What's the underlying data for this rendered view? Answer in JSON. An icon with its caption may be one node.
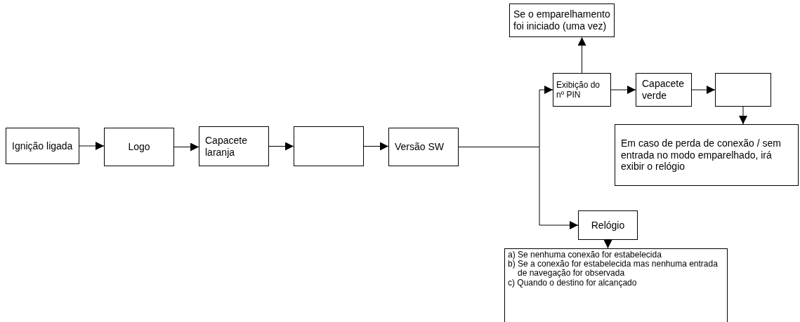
{
  "diagram": {
    "nodes": [
      {
        "text": [
          "Ignição ligada"
        ]
      },
      {
        "text": [
          "Logo"
        ]
      },
      {
        "text": [
          "Capacete laranja"
        ]
      },
      {
        "text": [],
        "shape": "box"
      },
      {
        "text": [
          "Versão SW"
        ]
      },
      {
        "text": [
          "Se o emparelhamento foi iniciado (uma vez)"
        ]
      },
      {
        "text": [
          "Exibição do nº PIN"
        ]
      },
      {
        "text": [
          "Capacete verde"
        ]
      },
      {
        "text": [],
        "shape": "box"
      },
      {
        "text": [
          "Em caso de perda de conexão / sem entrada no modo emparelhado, irá exibir o relógio"
        ]
      },
      {
        "text": [
          "Relógio"
        ]
      },
      {
        "text": [
          "a) Se nenhuma conexão for estabelecida",
          "b) Se a conexão for estabelecida mas nenhuma entrada de navegação for observada",
          "c) Quando o destino for alcançado"
        ]
      }
    ],
    "edges": [
      {
        "from": 0,
        "to": 1,
        "arrow": "to"
      },
      {
        "from": 1,
        "to": 2,
        "arrow": "to"
      },
      {
        "from": 2,
        "to": 3,
        "arrow": "to"
      },
      {
        "from": 3,
        "to": 4,
        "arrow": "to"
      },
      {
        "from": 4,
        "to": 6,
        "arrow": "to"
      },
      {
        "from": 4,
        "to": 10,
        "arrow": "to"
      },
      {
        "from": 6,
        "to": 5,
        "arrow": "to"
      },
      {
        "from": 6,
        "to": 7,
        "arrow": "to"
      },
      {
        "from": 7,
        "to": 8,
        "arrow": "to"
      },
      {
        "from": 8,
        "to": 9,
        "arrow": "to"
      },
      {
        "from": 10,
        "to": 11,
        "arrow": "to"
      }
    ]
  }
}
